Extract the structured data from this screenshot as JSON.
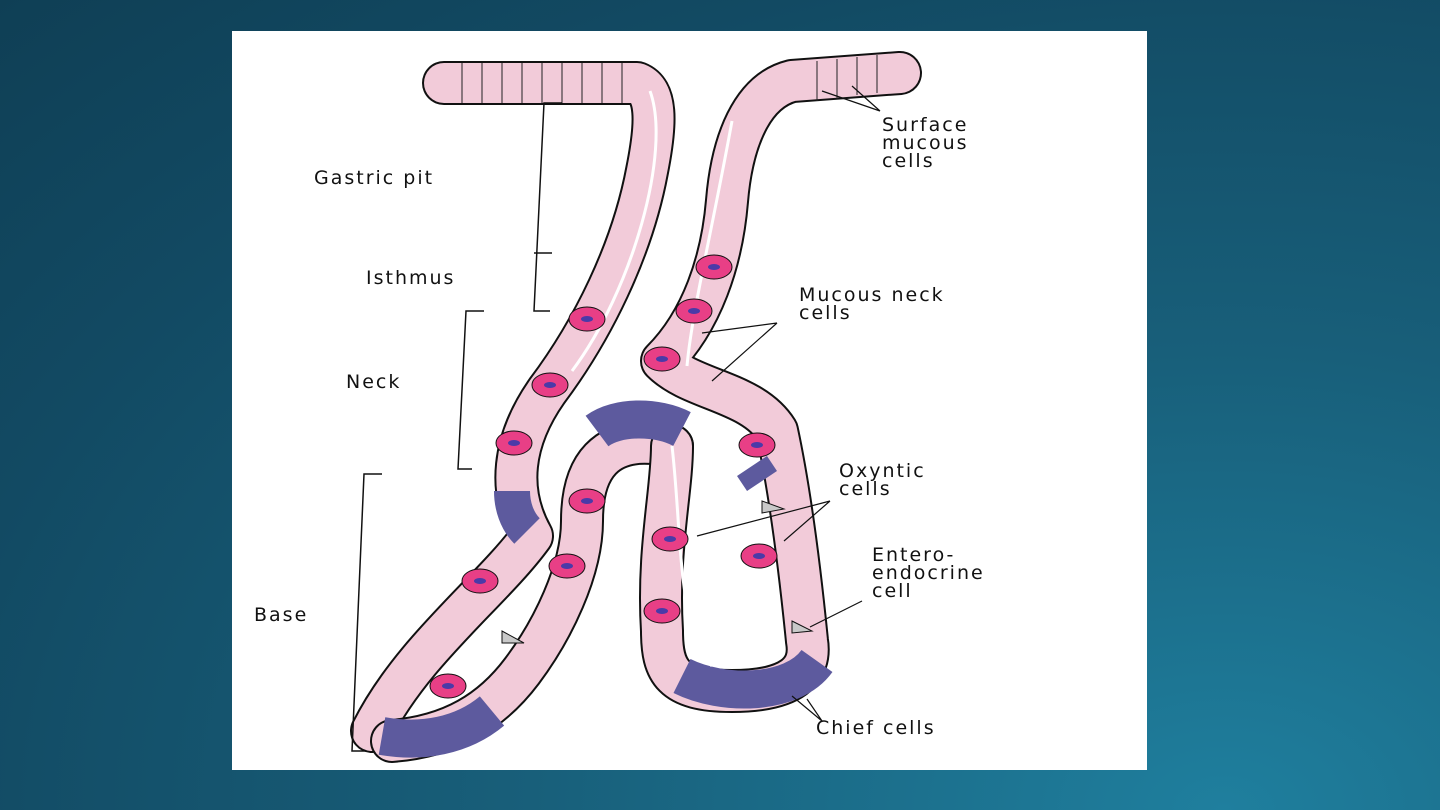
{
  "figure": {
    "structure": "gastric gland",
    "colors": {
      "background_gradient": [
        "#0f3f55",
        "#1f7f9e"
      ],
      "mucous_cell": "#f2cbd9",
      "oxyntic_cell": "#e83f86",
      "chief_cell": "#5d5a9e",
      "enteroendocrine_cell": "#c9c9c9"
    },
    "region_labels": {
      "gastric_pit": "Gastric pit",
      "isthmus": "Isthmus",
      "neck": "Neck",
      "base": "Base"
    },
    "cell_labels": {
      "surface_mucous": [
        "Surface",
        "mucous",
        "cells"
      ],
      "mucous_neck": [
        "Mucous neck",
        "cells"
      ],
      "oxyntic": [
        "Oxyntic",
        "cells"
      ],
      "enteroendocrine": [
        "Entero-",
        "endocrine",
        "cell"
      ],
      "chief": "Chief cells"
    }
  }
}
